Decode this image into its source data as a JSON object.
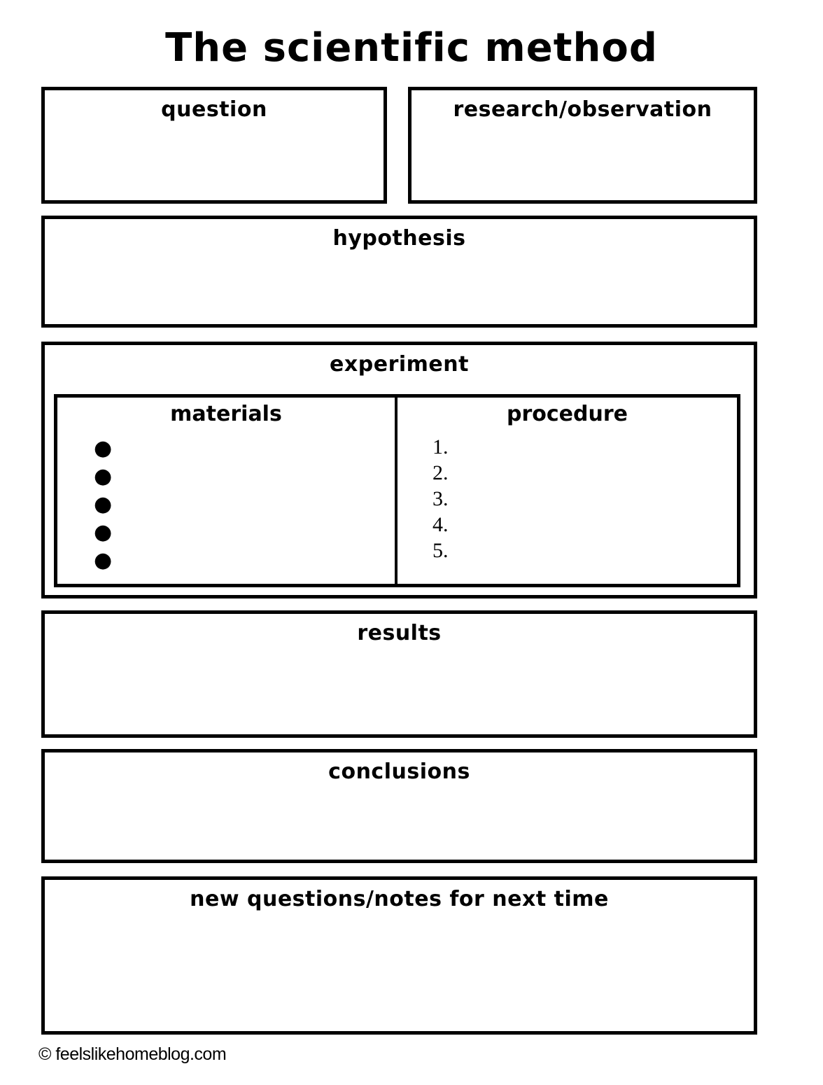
{
  "title": "The scientific method",
  "sections": {
    "question": {
      "label": "question"
    },
    "research": {
      "label": "research/observation"
    },
    "hypothesis": {
      "label": "hypothesis"
    },
    "experiment": {
      "label": "experiment",
      "materials": {
        "label": "materials",
        "bullet_glyph": "●"
      },
      "procedure": {
        "label": "procedure",
        "items": [
          "1.",
          "2.",
          "3.",
          "4.",
          "5."
        ]
      }
    },
    "results": {
      "label": "results"
    },
    "conclusions": {
      "label": "conclusions"
    },
    "new_questions": {
      "label": "new questions/notes for next time"
    }
  },
  "footer": {
    "copyright": "© feelslikehomeblog.com"
  },
  "colors": {
    "ink": "#000000",
    "paper": "#ffffff"
  }
}
